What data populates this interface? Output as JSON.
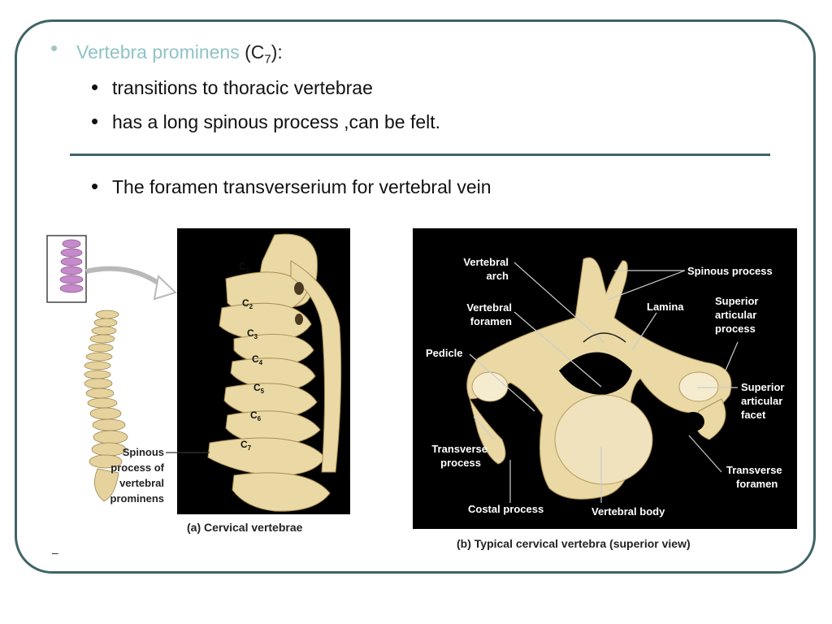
{
  "bullets": {
    "main_accent": "Vertebra prominens",
    "main_rest_prefix": " (C",
    "main_sub": "7",
    "main_rest_suffix": "):",
    "sub1": "transitions to thoracic vertebrae",
    "sub2": "has a long spinous process ,can be felt.",
    "sub3": "The foramen transverserium for vertebral vein"
  },
  "figure_a": {
    "caption": "(a) Cervical vertebrae",
    "labels": [
      "C",
      "C",
      "C",
      "C",
      "C",
      "C",
      "C"
    ],
    "subs": [
      "1",
      "2",
      "3",
      "4",
      "5",
      "6",
      "7"
    ],
    "spinous_label": [
      "Spinous",
      "process of",
      "vertebral",
      "prominens"
    ]
  },
  "figure_b": {
    "caption": "(b) Typical cervical vertebra (superior view)",
    "labels": {
      "vertebral_arch": [
        "Vertebral",
        "arch"
      ],
      "spinous_process": "Spinous process",
      "lamina": "Lamina",
      "superior_articular_process": [
        "Superior",
        "articular",
        "process"
      ],
      "vertebral_foramen": [
        "Vertebral",
        "foramen"
      ],
      "pedicle": "Pedicle",
      "superior_articular_facet": [
        "Superior",
        "articular",
        "facet"
      ],
      "transverse_process": [
        "Transverse",
        "process"
      ],
      "transverse_foramen": [
        "Transverse",
        "foramen"
      ],
      "costal_process": "Costal process",
      "vertebral_body": "Vertebral body"
    }
  },
  "footer_mark": "–",
  "colors": {
    "frame": "#3f6466",
    "accent": "#8fc3c7",
    "bone": "#ead9a4",
    "highlight": "#c58ac9"
  }
}
